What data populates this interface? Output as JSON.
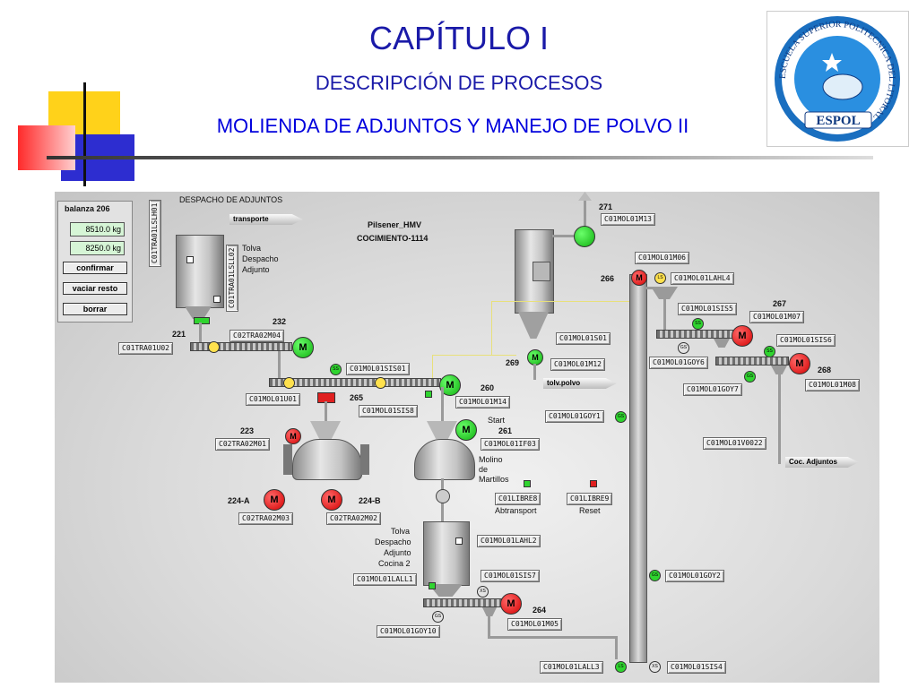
{
  "header": {
    "title": "CAPÍTULO I",
    "subtitle": "DESCRIPCIÓN DE PROCESOS",
    "section": "MOLIENDA DE ADJUNTOS Y MANEJO DE POLVO II"
  },
  "logo": {
    "ring_text": "ESCUELA SUPERIOR POLITECNICA DEL LITORAL",
    "banner": "ESPOL"
  },
  "balanza": {
    "title": "balanza 206",
    "value1": "8510.0 kg",
    "value2": "8250.0 kg",
    "confirm": "confirmar",
    "empty": "vaciar resto",
    "delete": "borrar"
  },
  "labels": {
    "despacho": "DESPACHO DE ADJUNTOS",
    "tolva1": [
      "Tolva",
      "Despacho",
      "Adjunto"
    ],
    "pilsener": "Pilsener_HMV",
    "cocimiento": "COCIMIENTO-1114",
    "start": "Start",
    "molino": [
      "Molino",
      "de",
      "Martillos"
    ],
    "abtransport": "Abtransport",
    "reset": "Reset",
    "tolva2": [
      "Tolva",
      "Despacho",
      "Adjunto",
      "Cocina 2"
    ]
  },
  "arrows": {
    "transporte": "transporte",
    "tolv_polvo": "tolv.polvo",
    "coc_adjuntos": "Coc. Adjuntos"
  },
  "numbers": {
    "n221": "221",
    "n232": "232",
    "n265": "265",
    "n260": "260",
    "n261": "261",
    "n223": "223",
    "n224a": "224-A",
    "n224b": "224-B",
    "n269": "269",
    "n271": "271",
    "n266": "266",
    "n267": "267",
    "n268": "268",
    "n264": "264"
  },
  "tags": {
    "t_c01tra01ls": "C01TRA01LSLH01",
    "t_c01tra01ll": "C01TRA01LSLL02",
    "t_c02tra02m04": "C02TRA02M04",
    "t_c01tra01u02": "C01TRA01U02",
    "t_c01mol01sis01": "C01MOL01SIS01",
    "t_c01mol01u01": "C01MOL01U01",
    "t_c01mol01sis8": "C01MOL01SIS8",
    "t_c01mol01m14": "C01MOL01M14",
    "t_c01mol01if03": "C01MOL01IF03",
    "t_c02tra02m01": "C02TRA02M01",
    "t_c02tra02m03": "C02TRA02M03",
    "t_c02tra02m02": "C02TRA02M02",
    "t_c01libre8": "C01LIBRE8",
    "t_c01libre9": "C01LIBRE9",
    "t_c01mol01m13": "C01MOL01M13",
    "t_c01mol01s01": "C01MOL01S01",
    "t_c01mol01m12": "C01MOL01M12",
    "t_c01mol01goy1": "C01MOL01GOY1",
    "t_c01mol01m06": "C01MOL01M06",
    "t_c01mol01lahl4": "C01MOL01LAHL4",
    "t_c01mol01sis5": "C01MOL01SIS5",
    "t_c01mol01m07": "C01MOL01M07",
    "t_c01mol01sis6": "C01MOL01SIS6",
    "t_c01mol01goy6": "C01MOL01GOY6",
    "t_c01mol01goy7": "C01MOL01GOY7",
    "t_c01mol01m08": "C01MOL01M08",
    "t_c01mol01v0022": "C01MOL01V0022",
    "t_c01mol01lahl2": "C01MOL01LAHL2",
    "t_c01mol01sis7": "C01MOL01SIS7",
    "t_c01mol01lall1": "C01MOL01LALL1",
    "t_c01mol01m05": "C01MOL01M05",
    "t_c01mol01goy10": "C01MOL01GOY10",
    "t_c01mol01goy2": "C01MOL01GOY2",
    "t_c01mol01lall3": "C01MOL01LALL3",
    "t_c01mol01sis4": "C01MOL01SIS4"
  },
  "motor_letter": "M",
  "indicators": {
    "ss": "SS",
    "ls": "LS",
    "gs": "GS",
    "xs": "XS"
  },
  "colors": {
    "title_blue": "#1a1aa8",
    "section_blue": "#0000dd",
    "motor_red": "#d40000",
    "motor_green": "#10b010"
  }
}
